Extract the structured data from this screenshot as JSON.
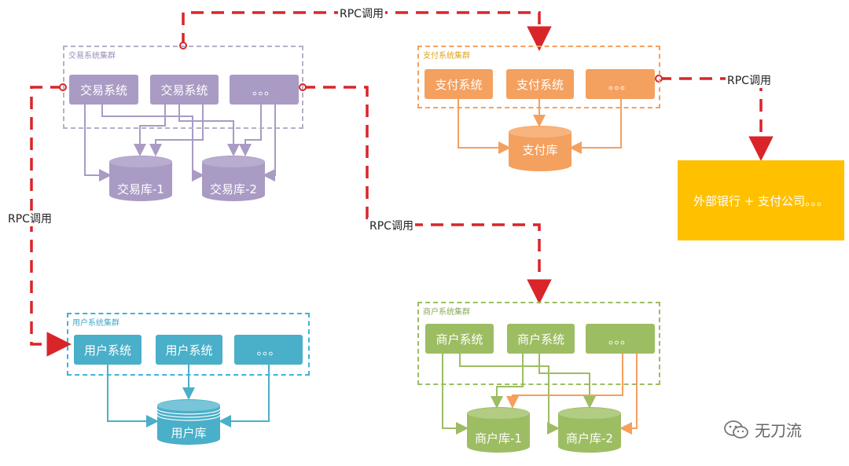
{
  "colors": {
    "trade": "#a99bc4",
    "pay": "#f4a05f",
    "user": "#4aafc9",
    "merchant": "#9dbd63",
    "external": "#ffc000",
    "rpc_line": "#d9252a"
  },
  "trade": {
    "cluster_title": "交易系统集群",
    "node1": "交易系统",
    "node2": "交易系统",
    "node3": "。。。",
    "db1": "交易库-1",
    "db2": "交易库-2"
  },
  "pay": {
    "cluster_title": "支付系统集群",
    "node1": "支付系统",
    "node2": "支付系统",
    "node3": "。。。",
    "db": "支付库"
  },
  "user": {
    "cluster_title": "用户系统集群",
    "node1": "用户系统",
    "node2": "用户系统",
    "node3": "。。。",
    "db": "用户库"
  },
  "merchant": {
    "cluster_title": "商户系统集群",
    "node1": "商户系统",
    "node2": "商户系统",
    "node3": "。。。",
    "db1": "商户库-1",
    "db2": "商户库-2"
  },
  "external": "外部银行 + 支付公司。。。",
  "rpc_labels": {
    "top": "RPC调用",
    "right": "RPC调用",
    "left": "RPC调用",
    "middle": "RPC调用"
  },
  "watermark": "无刀流"
}
